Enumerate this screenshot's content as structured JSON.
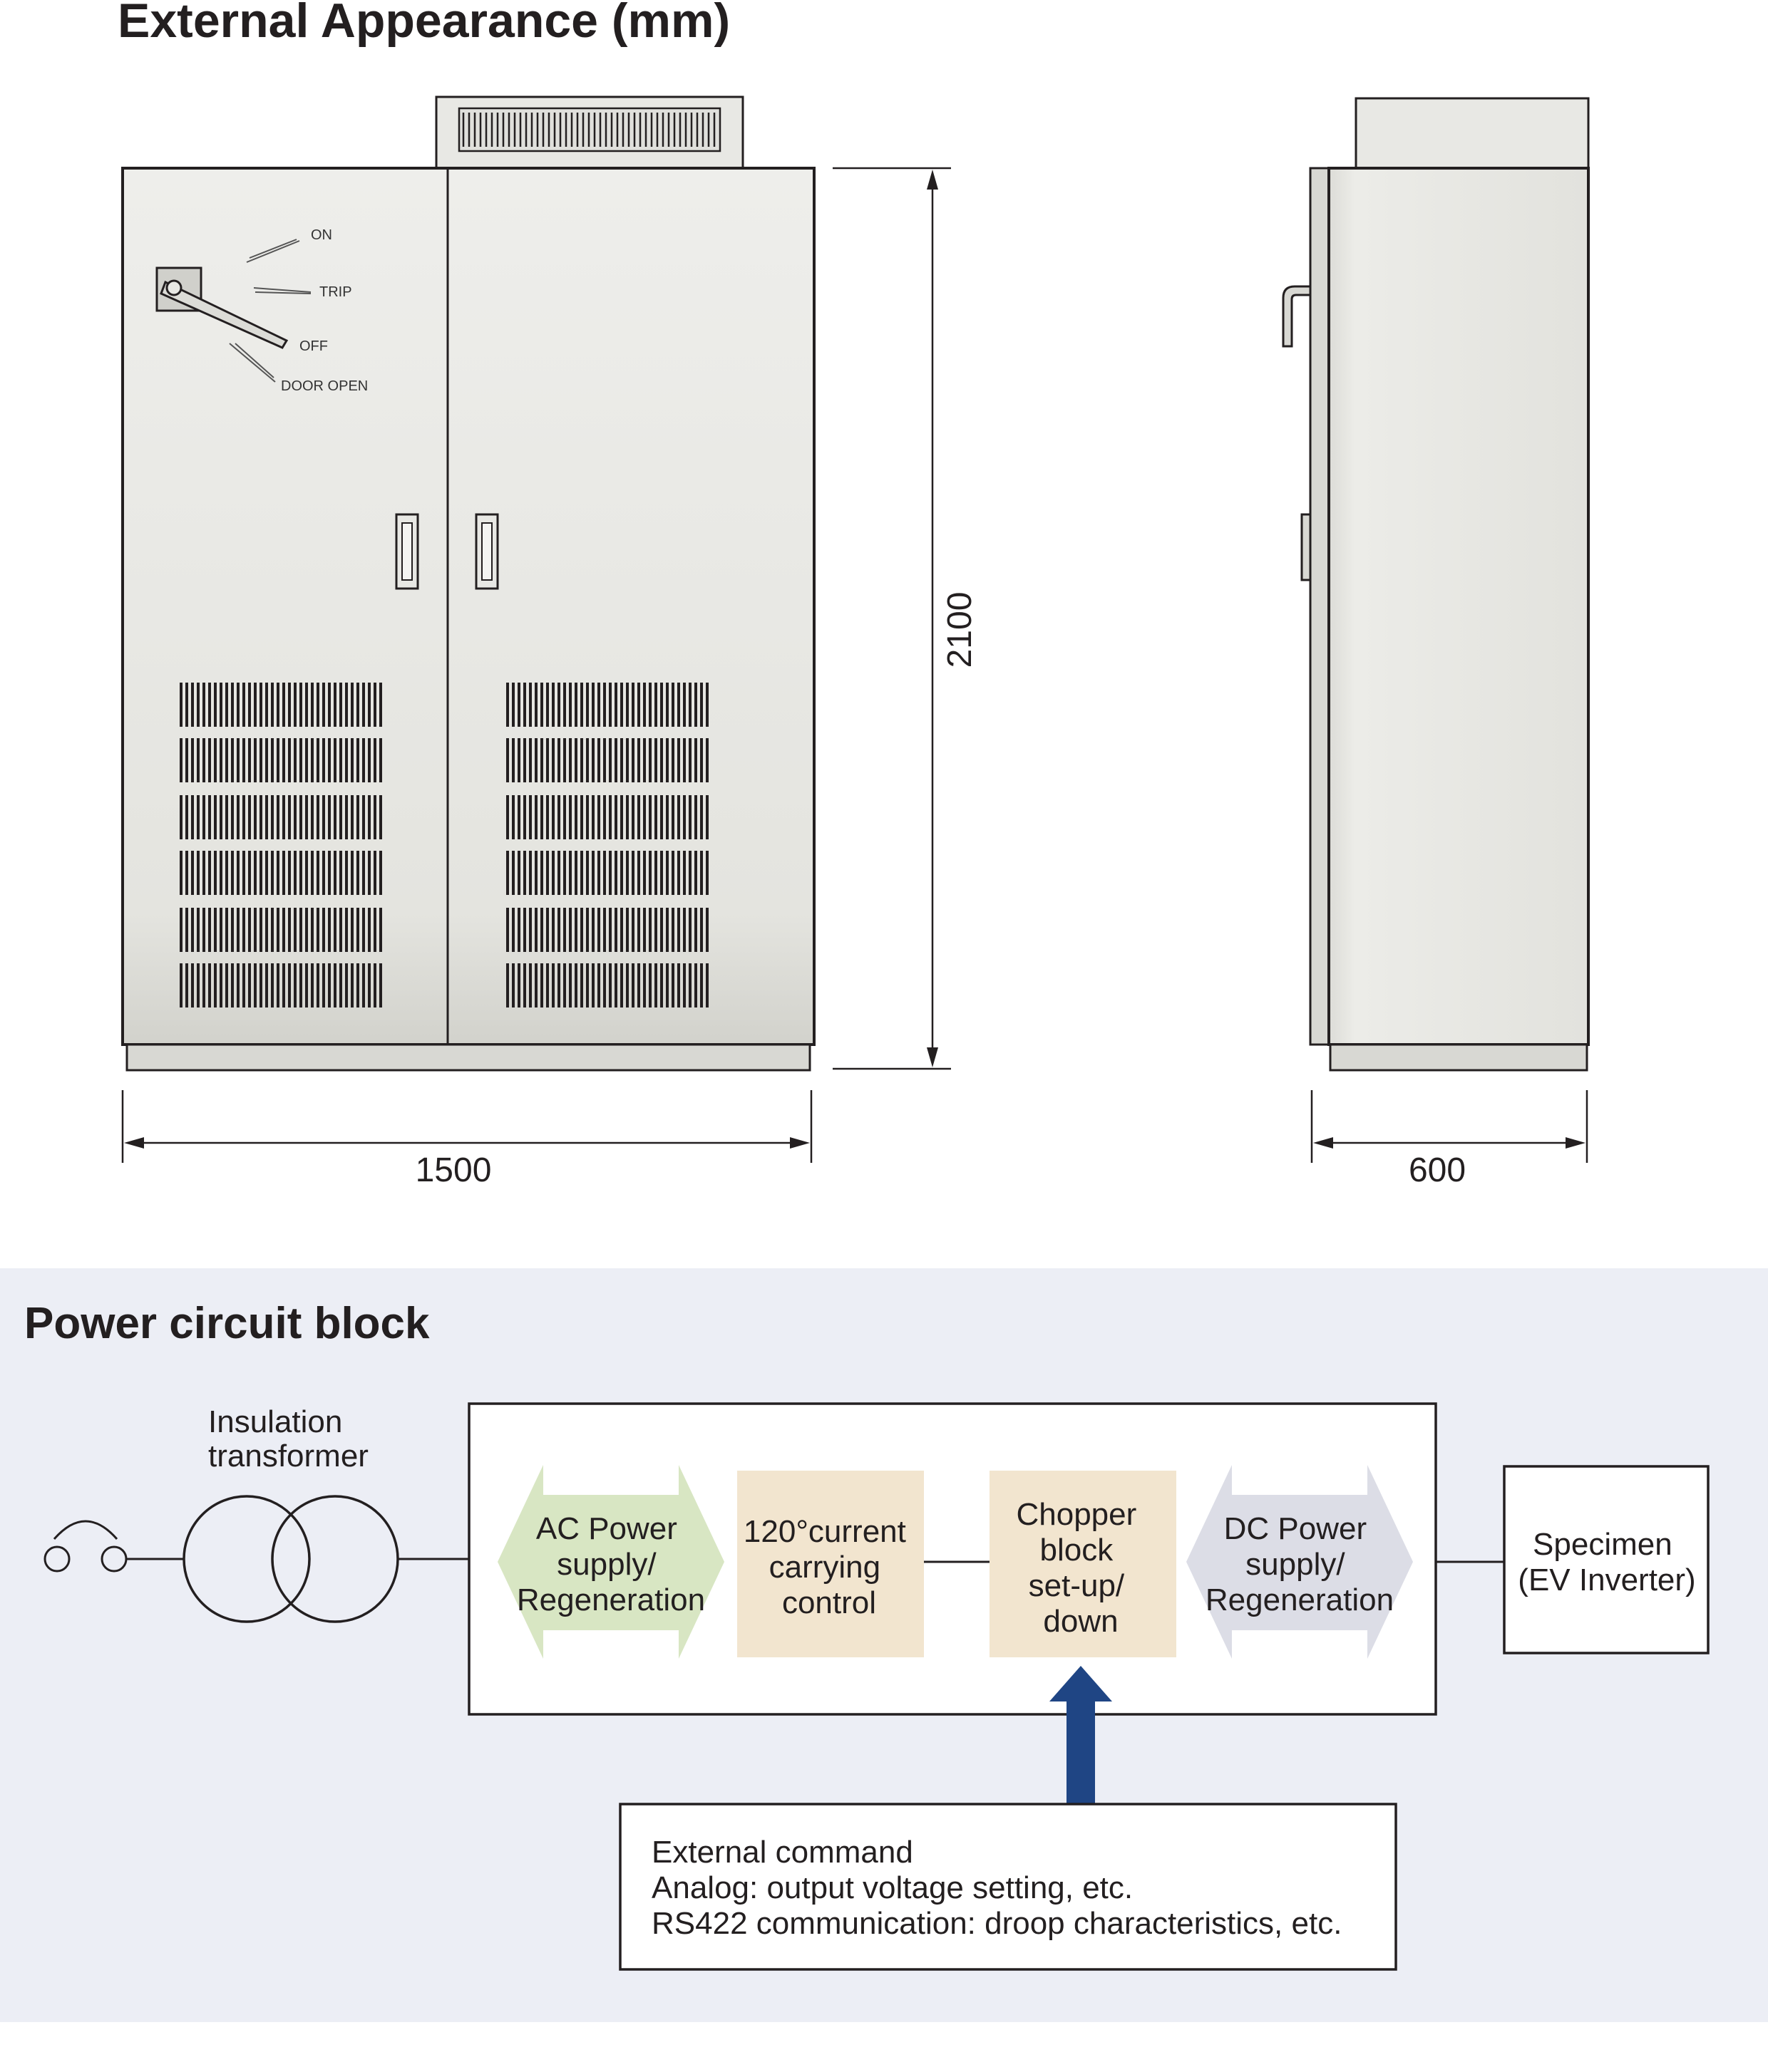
{
  "appearance": {
    "title": "External Appearance (mm)",
    "breaker_labels": {
      "on": "ON",
      "trip": "TRIP",
      "off": "OFF",
      "door_open": "DOOR OPEN"
    },
    "dimensions": {
      "height": "2100",
      "width": "1500",
      "depth": "600"
    }
  },
  "circuit": {
    "title": "Power circuit block",
    "transformer_label": [
      "Insulation",
      "transformer"
    ],
    "blocks": {
      "ac": [
        "AC Power",
        "supply/",
        "Regeneration"
      ],
      "current": [
        "120°current",
        "carrying",
        "control"
      ],
      "chopper": [
        "Chopper",
        "block",
        "set-up/",
        "down"
      ],
      "dc": [
        "DC Power",
        "supply/",
        "Regeneration"
      ],
      "specimen": [
        "Specimen",
        "(EV Inverter)"
      ]
    },
    "external_command": [
      "External command",
      "Analog: output voltage setting, etc.",
      "RS422 communication: droop characteristics, etc."
    ]
  },
  "colors": {
    "panel_bg": "#eceef5",
    "cabinet_fill": "#e6e6e2",
    "ac_arrow": "#d8e6c3",
    "dc_arrow": "#dcdde6",
    "orange_block": "#f2e5cf",
    "command_arrow": "#1f4584"
  }
}
